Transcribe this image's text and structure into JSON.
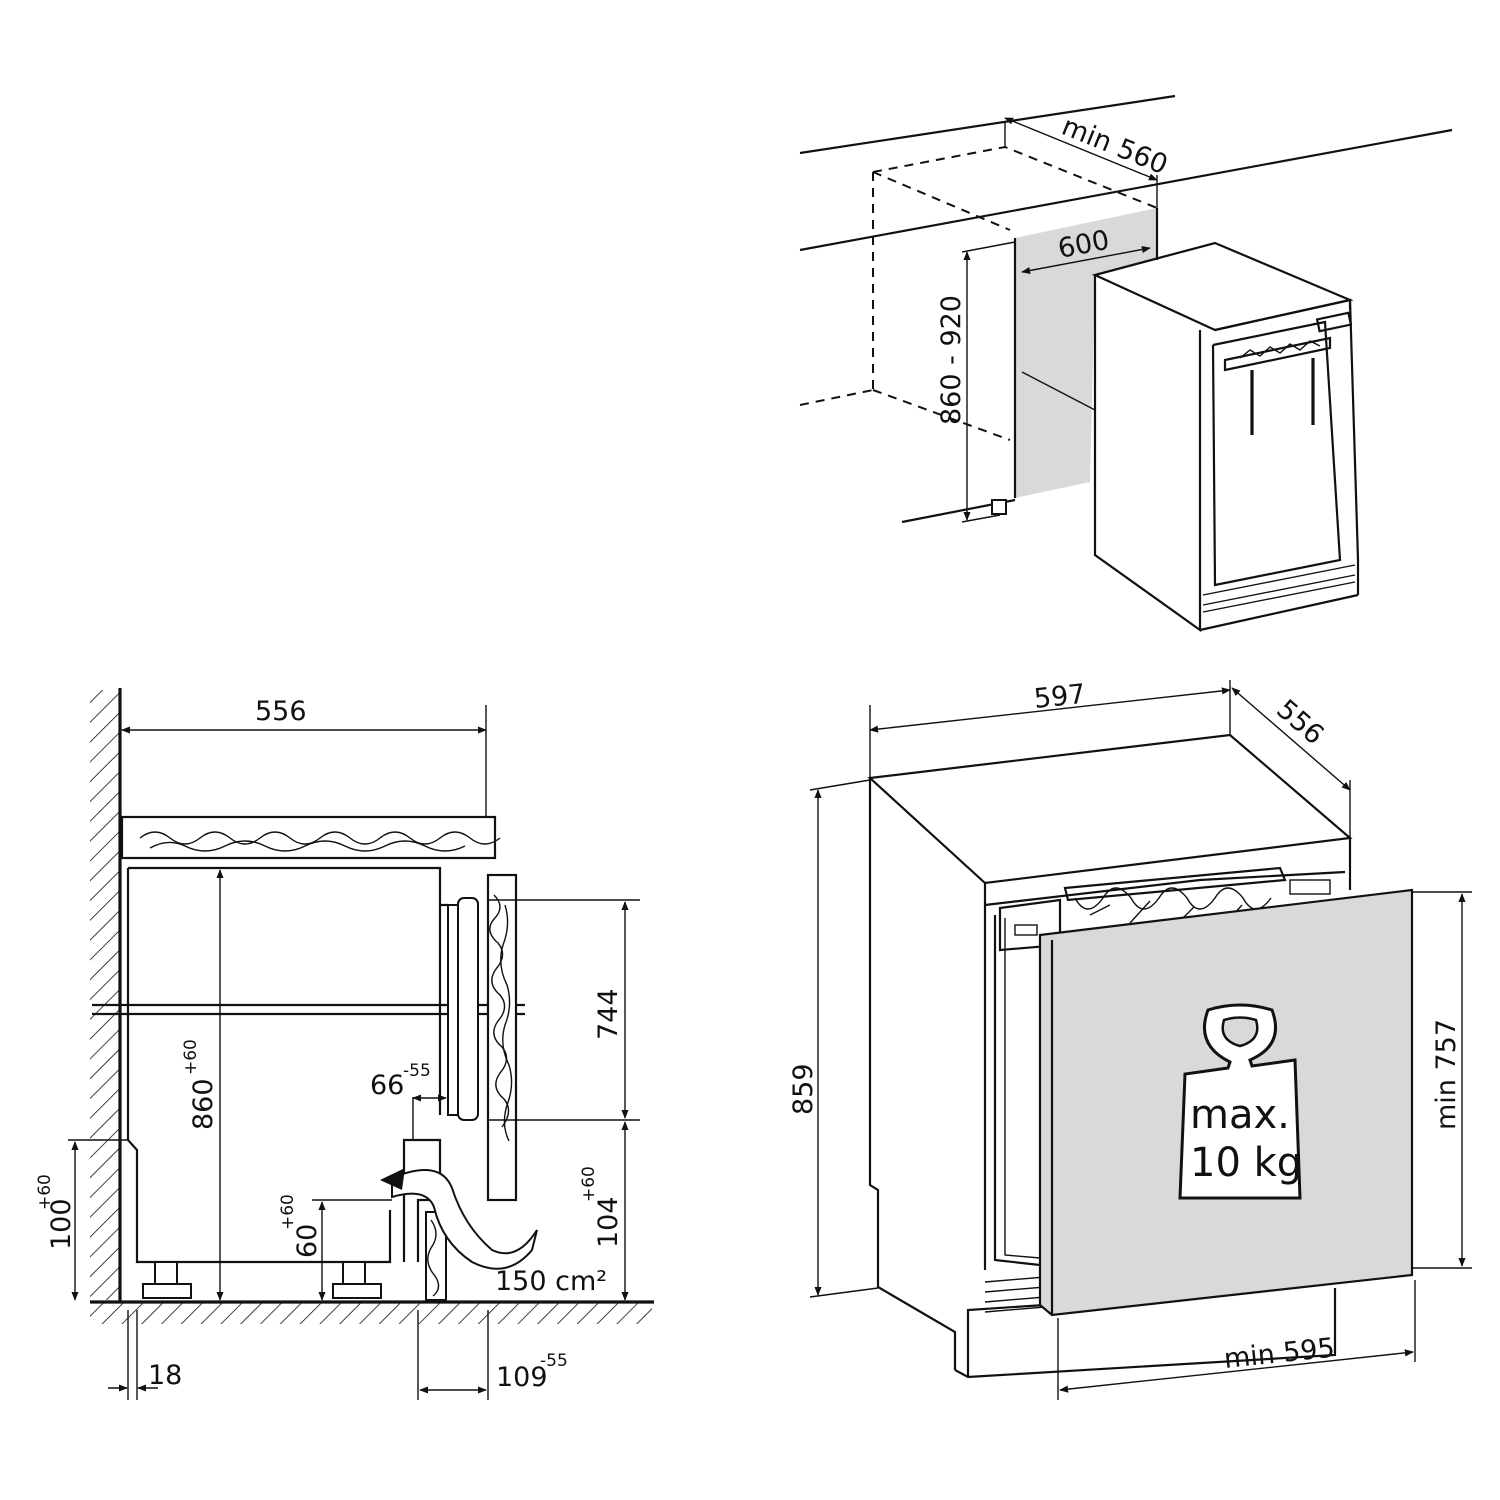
{
  "colors": {
    "ink": "#111111",
    "panel": "#d9d9d9",
    "background": "#ffffff"
  },
  "top_right": {
    "min_width": "min 560",
    "niche_width": "600",
    "niche_height": "860 - 920"
  },
  "bottom_left": {
    "depth": "556",
    "height": "860",
    "height_tol": "+60",
    "panel_height": "744",
    "vent_gap": "66",
    "vent_gap_tol": "-55",
    "plinth_height": "60",
    "plinth_height_tol": "+60",
    "foot_height": "100",
    "foot_height_tol": "+60",
    "kick_height": "104",
    "kick_height_tol": "+60",
    "vent_area": "150 cm²",
    "side_gap": "18",
    "front_gap": "109",
    "front_gap_tol": "-55"
  },
  "bottom_right": {
    "width": "597",
    "depth": "556",
    "height": "859",
    "door_min_height": "min 757",
    "door_min_width": "min 595",
    "weight_line1": "max.",
    "weight_line2": "10 kg"
  }
}
